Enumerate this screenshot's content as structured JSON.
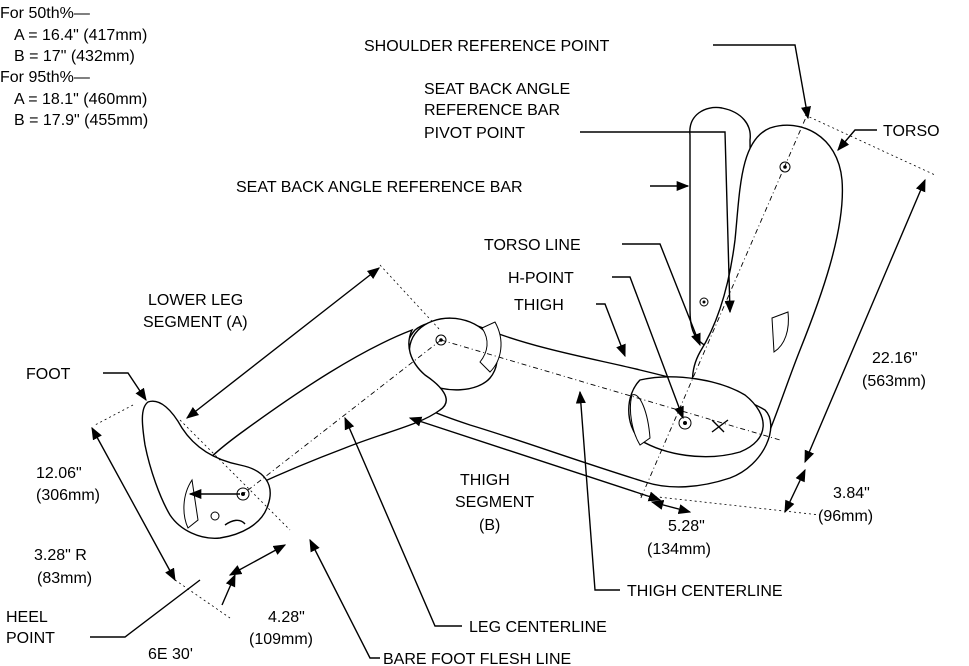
{
  "legend": {
    "p50_title": "For 50th%—",
    "p50_a": "A = 16.4\" (417mm)",
    "p50_b": "B = 17\" (432mm)",
    "p95_title": "For 95th%—",
    "p95_a": "A = 18.1\" (460mm)",
    "p95_b": "B = 17.9\" (455mm)"
  },
  "labels": {
    "shoulder_ref": "SHOULDER REFERENCE POINT",
    "seatback_pivot_1": "SEAT BACK ANGLE",
    "seatback_pivot_2": "REFERENCE BAR",
    "seatback_pivot_3": "PIVOT POINT",
    "torso": "TORSO",
    "seatback_bar": "SEAT BACK ANGLE REFERENCE BAR",
    "torso_line": "TORSO LINE",
    "h_point": "H-POINT",
    "thigh": "THIGH",
    "lower_leg_1": "LOWER LEG",
    "lower_leg_2": "SEGMENT (A)",
    "foot": "FOOT",
    "thigh_segment_1": "THIGH",
    "thigh_segment_2": "SEGMENT",
    "thigh_segment_3": "(B)",
    "thigh_centerline": "THIGH CENTERLINE",
    "leg_centerline": "LEG CENTERLINE",
    "heel_point_1": "HEEL",
    "heel_point_2": "POINT",
    "bare_foot": "BARE FOOT FLESH LINE",
    "angle": "6E 30'"
  },
  "dimensions": {
    "torso_len_in": "22.16\"",
    "torso_len_mm": "(563mm)",
    "h_offset_in": "3.84\"",
    "h_offset_mm": "(96mm)",
    "thigh_off_in": "5.28\"",
    "thigh_off_mm": "(134mm)",
    "foot_len_in": "12.06\"",
    "foot_len_mm": "(306mm)",
    "heel_r_in": "3.28\" R",
    "heel_r_mm": "(83mm)",
    "ankle_in": "4.28\"",
    "ankle_mm": "(109mm)"
  }
}
